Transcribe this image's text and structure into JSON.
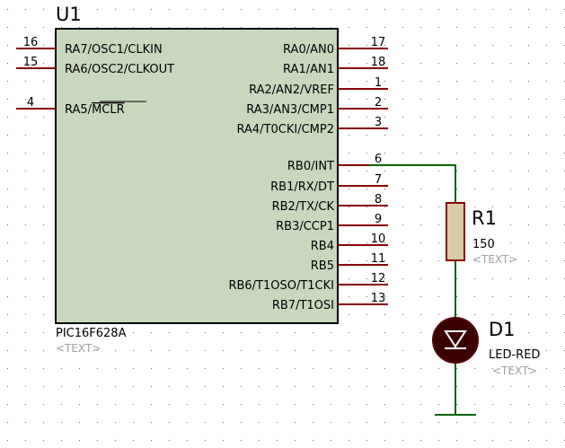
{
  "schematic": {
    "chip": {
      "ref": "U1",
      "part": "PIC16F628A",
      "text": "<TEXT>",
      "left_pins": [
        {
          "num": "16",
          "label": "RA7/OSC1/CLKIN"
        },
        {
          "num": "15",
          "label": "RA6/OSC2/CLKOUT"
        },
        {
          "num": "4",
          "label_pre": "RA5/",
          "label_bar": "MCLR"
        }
      ],
      "right_pins": [
        {
          "num": "17",
          "label": "RA0/AN0"
        },
        {
          "num": "18",
          "label": "RA1/AN1"
        },
        {
          "num": "1",
          "label": "RA2/AN2/VREF"
        },
        {
          "num": "2",
          "label": "RA3/AN3/CMP1"
        },
        {
          "num": "3",
          "label": "RA4/T0CKI/CMP2"
        },
        {
          "num": "6",
          "label": "RB0/INT"
        },
        {
          "num": "7",
          "label": "RB1/RX/DT"
        },
        {
          "num": "8",
          "label": "RB2/TX/CK"
        },
        {
          "num": "9",
          "label": "RB3/CCP1"
        },
        {
          "num": "10",
          "label": "RB4"
        },
        {
          "num": "11",
          "label": "RB5"
        },
        {
          "num": "12",
          "label": "RB6/T1OSO/T1CKI"
        },
        {
          "num": "13",
          "label": "RB7/T1OSI"
        }
      ]
    },
    "resistor": {
      "ref": "R1",
      "value": "150",
      "text": "<TEXT>"
    },
    "led": {
      "ref": "D1",
      "value": "LED-RED",
      "text": "<TEXT>"
    },
    "colors": {
      "chip_fill": "#c8d8bd",
      "outline": "#000000",
      "pin": "#8b0000",
      "wire": "#006400",
      "led_fill": "#3a0000",
      "resistor_fill": "#d8ccaa",
      "dot_grid": "#6a6a6a",
      "label": "#000000",
      "placeholder_text": "#a0a0a0"
    }
  }
}
